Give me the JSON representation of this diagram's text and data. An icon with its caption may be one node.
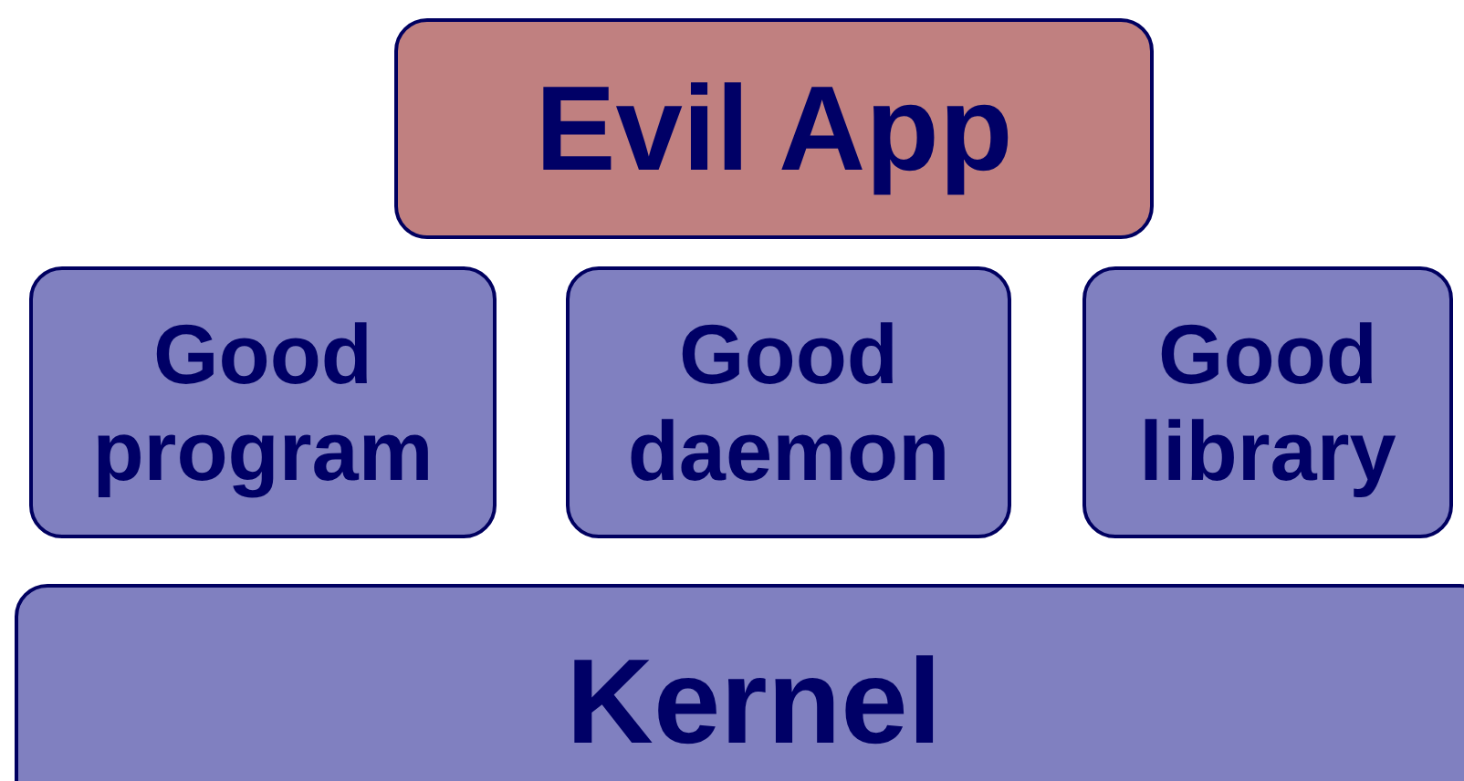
{
  "diagram": {
    "nodes": [
      {
        "text": [
          "Evil App"
        ]
      },
      {
        "text": [
          "Good program"
        ]
      },
      {
        "text": [
          "Good daemon"
        ]
      },
      {
        "text": [
          "Good library"
        ]
      },
      {
        "text": [
          "Kernel"
        ]
      }
    ]
  }
}
